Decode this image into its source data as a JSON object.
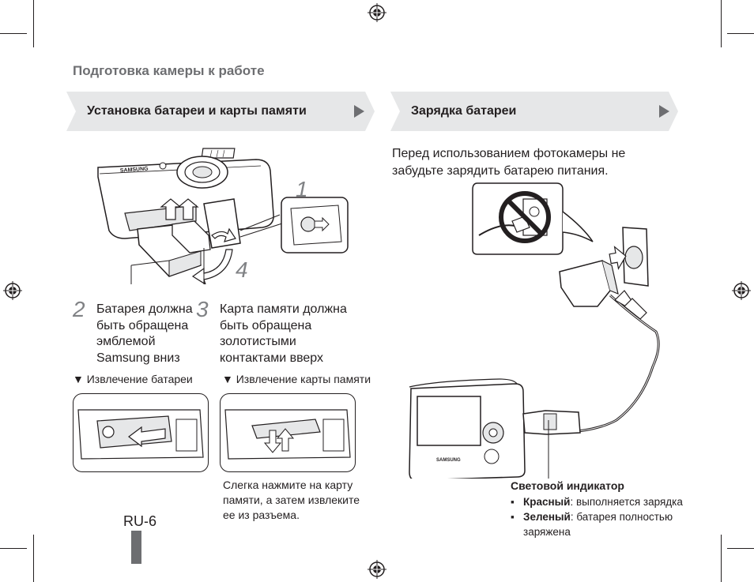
{
  "page": {
    "section_title": "Подготовка камеры к работе",
    "page_number": "RU-6"
  },
  "left": {
    "banner_title": "Установка батареи и карты памяти",
    "callout_1_number": "1",
    "callout_4_number": "4",
    "step_2_number": "2",
    "step_2_text": "Батарея должна быть обращена эмблемой Samsung вниз",
    "step_3_number": "3",
    "step_3_text": "Карта памяти должна быть обращена золотистыми контактами вверх",
    "remove_battery_label": "▼ Извлечение батареи",
    "remove_card_label": "▼ Извлечение карты памяти",
    "remove_card_note": "Слегка нажмите на карту памяти, а затем извлеките ее из разъема.",
    "camera_brand": "SAMSUNG"
  },
  "right": {
    "banner_title": "Зарядка батареи",
    "intro_text": "Перед использованием фотокамеры не забудьте зарядить батарею питания.",
    "indicator_title": "Световой индикатор",
    "indicator_items": [
      {
        "term": "Красный",
        "desc": ": выполняется зарядка"
      },
      {
        "term": "Зеленый",
        "desc": ": батарея полностью заряжена"
      }
    ],
    "bullet": "▪",
    "camera_brand": "SAMSUNG"
  },
  "colors": {
    "banner_fill": "#e6e7e8",
    "banner_arrow": "#6d6e71",
    "heading_gray": "#6d6e71",
    "number_gray": "#808285",
    "prohibit_red": "#231f20"
  }
}
